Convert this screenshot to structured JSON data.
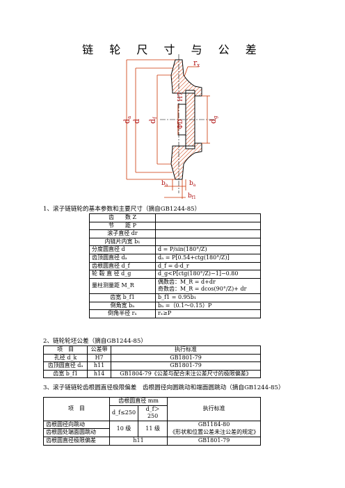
{
  "title": "链 轮 尺 寸 与 公 差",
  "drawing": {
    "labels": {
      "rx": "r",
      "rx_sub": "x",
      "da": "d",
      "da_sub": "a",
      "d": "d",
      "df": "d",
      "df_sub": "f",
      "h7": "H7",
      "phiD": "ΦD",
      "dg": "d",
      "dg_sub": "g",
      "ba1": "b",
      "ba1_sub": "a",
      "ba2": "b",
      "ba2_sub": "a",
      "bf1": "b",
      "bf1_sub": "f1"
    },
    "colors": {
      "hatch": "#cc3300",
      "dim": "#cc3300",
      "label": "#b01010",
      "line": "#000000"
    }
  },
  "section1": {
    "heading": "1、滚子链链轮的基本参数和主要尺寸（摘自GB1244-85）",
    "rows": [
      {
        "label": "齿　　数 Z",
        "value": ""
      },
      {
        "label": "节　　距 P",
        "value": ""
      },
      {
        "label": "滚子直径 dr",
        "value": ""
      },
      {
        "label": "内链片内宽 b₁",
        "value": ""
      },
      {
        "label": "分度圆直径 d",
        "value": "d = P/sin(180°/Z)"
      },
      {
        "label": "齿顶圆直径 dₐ",
        "value": "dₐ = P[0.54+ctg(180°/Z)]"
      },
      {
        "label": "齿根圆直径 d_f",
        "value": "d_f = d-d_r"
      },
      {
        "label": "轮 毂 直 径 d_g",
        "value": "d_g<P[ctg(180°/Z)−1]−0.80"
      },
      {
        "label": "量柱测量距 M_R",
        "value": "偶数齿：M_R = d+dr",
        "value2": "奇数齿：M_R = dcos(90°/Z)+ dr"
      },
      {
        "label": "齿宽 b_f1",
        "value": "b_f1 = 0.95b₁"
      },
      {
        "label": "倒角宽 bₐ",
        "value": "bₐ =（0.1～0.15）P"
      },
      {
        "label": "倒角半径 rₓ",
        "value": "rₓ≥P"
      }
    ]
  },
  "section2": {
    "heading": "2、链轮轮坯公差（摘自GB1244-85）",
    "headers": [
      "项　目",
      "公差带",
      "执行标准"
    ],
    "rows": [
      [
        "孔径 d_k",
        "H7",
        "GB1801-79"
      ],
      [
        "齿顶圆直径 dₐ",
        "h11",
        "GB1801-79"
      ],
      [
        "齿宽 b_f1",
        "h14",
        "GB1804-79《公差与配合未注公差尺寸的极限偏差》"
      ]
    ]
  },
  "section3": {
    "heading": "3、滚子链链轮齿根圆直径极限偏差　齿根圆径向圆跳动和端面圆跳动（摘自GB1244-85）",
    "header_item": "项　目",
    "header_group": "齿根圆直径 mm",
    "header_sub1": "d_f≤250",
    "header_sub2": "d_f＞250",
    "header_std": "执行标准",
    "rows": [
      {
        "item": "齿根圆径向跳动",
        "v1": "10 级",
        "v2": "11 级",
        "std": "GB1184-80",
        "std2": "《形状和位置公差未注公差的规定》"
      },
      {
        "item": "齿根圆处端面圆跳动"
      },
      {
        "item": "齿根圆直径极限偏差",
        "v": "h11",
        "std": "GB1801-79"
      }
    ]
  }
}
